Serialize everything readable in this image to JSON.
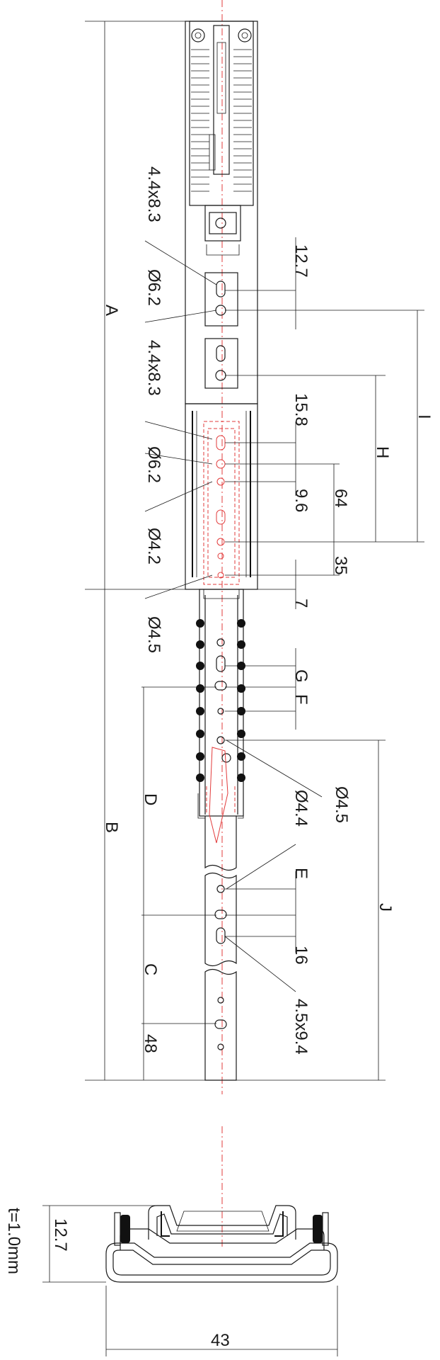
{
  "labels": {
    "A": "A",
    "B": "B",
    "C": "C",
    "D": "D",
    "E": "E",
    "F": "F",
    "G": "G",
    "H": "H",
    "I": "I",
    "J": "J",
    "d12_7_top": "12.7",
    "d15_8": "15.8",
    "d9_6": "9.6",
    "d64": "64",
    "d35": "35",
    "d7": "7",
    "d16": "16",
    "d48": "48",
    "slot1": "4.4x8.3",
    "hole1": "Ø6.2",
    "slot2": "4.4x8.3",
    "hole2": "Ø6.2",
    "hole3": "Ø4.2",
    "hole4": "Ø4.5",
    "hole5": "Ø4.5",
    "hole6": "Ø4.4",
    "slot3": "4.5x9.4",
    "thickness": "t=1.0mm",
    "d12_7_sec": "12.7",
    "width": "43"
  },
  "colors": {
    "line": "#1a1a1a",
    "centerline": "#e23b3b"
  }
}
